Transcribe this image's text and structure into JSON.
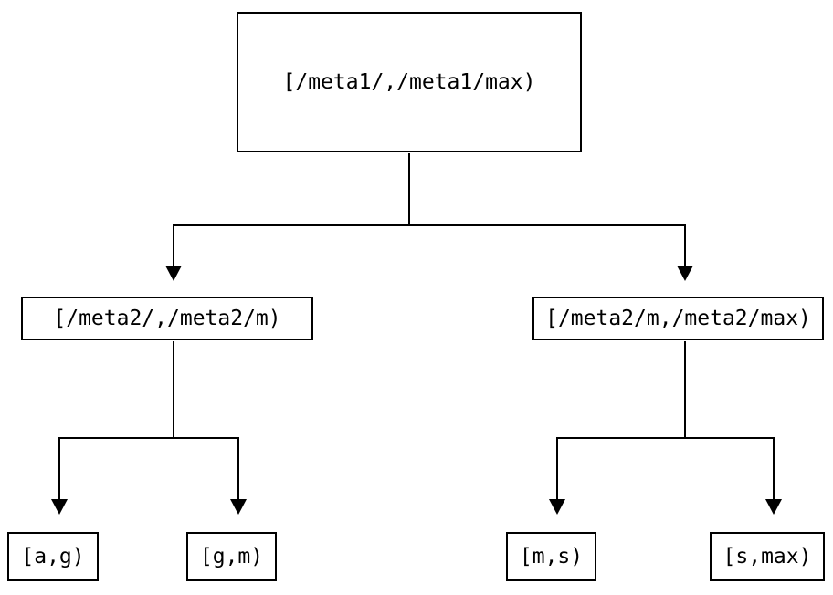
{
  "diagram": {
    "type": "tree",
    "nodes": {
      "root": {
        "label": "[/meta1/,/meta1/max)"
      },
      "meta2_low": {
        "label": "[/meta2/,/meta2/m)"
      },
      "meta2_high": {
        "label": "[/meta2/m,/meta2/max)"
      },
      "leaf_ag": {
        "label": "[a,g)"
      },
      "leaf_gm": {
        "label": "[g,m)"
      },
      "leaf_ms": {
        "label": "[m,s)"
      },
      "leaf_smax": {
        "label": "[s,max)"
      }
    },
    "edges": [
      {
        "from": "root",
        "to": "meta2_low"
      },
      {
        "from": "root",
        "to": "meta2_high"
      },
      {
        "from": "meta2_low",
        "to": "leaf_ag"
      },
      {
        "from": "meta2_low",
        "to": "leaf_gm"
      },
      {
        "from": "meta2_high",
        "to": "leaf_ms"
      },
      {
        "from": "meta2_high",
        "to": "leaf_smax"
      }
    ]
  },
  "colors": {
    "line": "#000000",
    "text": "#000000",
    "background": "#ffffff"
  }
}
